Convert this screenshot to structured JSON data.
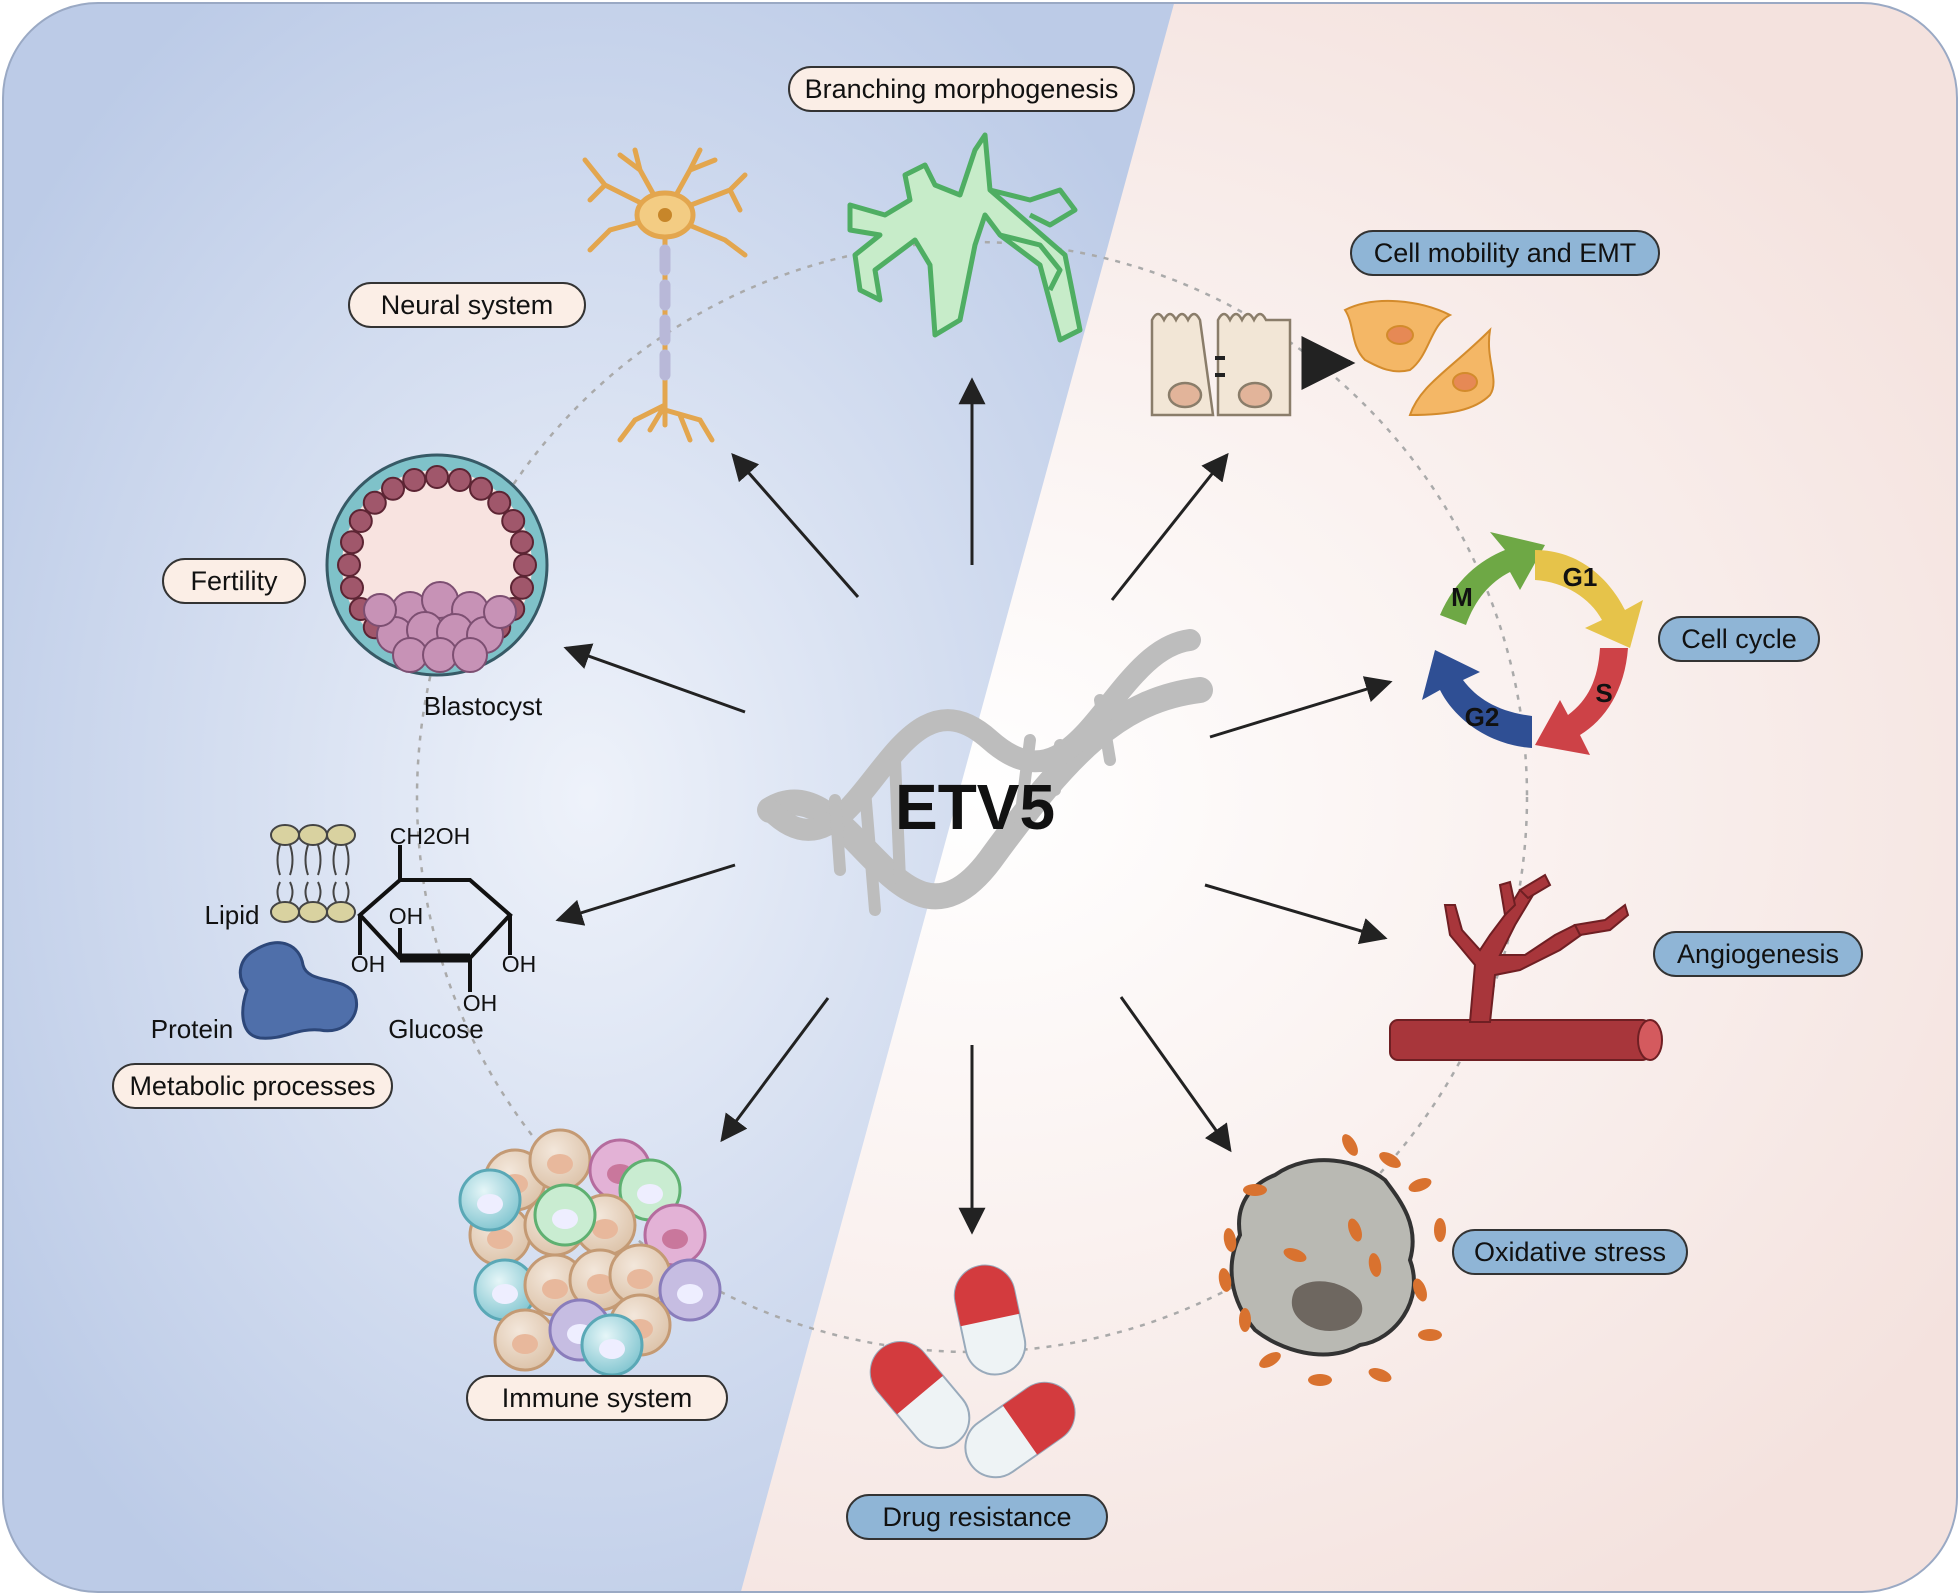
{
  "center_label": "ETV5",
  "processes": {
    "branching": "Branching morphogenesis",
    "neural": "Neural system",
    "fertility": "Fertility",
    "metabolic": "Metabolic processes",
    "immune": "Immune system",
    "drug": "Drug resistance",
    "oxidative": "Oxidative stress",
    "angiogenesis": "Angiogenesis",
    "cell_cycle": "Cell cycle",
    "mobility": "Cell mobility and EMT"
  },
  "sublabels": {
    "blastocyst": "Blastocyst",
    "lipid": "Lipid",
    "protein": "Protein",
    "glucose": "Glucose",
    "ch2oh": "CH2OH",
    "oh": "OH"
  },
  "cycle_phases": {
    "m": "M",
    "g1": "G1",
    "s": "S",
    "g2": "G2"
  },
  "colors": {
    "left_panel": "#c5d3ea",
    "right_panel": "#f6e7e4",
    "pill_left": "#fbeee6",
    "pill_right": "#8fb5d6",
    "neuron": "#e3a64e",
    "lung": "#8fd09a",
    "vessel": "#a8363b",
    "phase_m": "#6ea845",
    "phase_g1": "#e6c34a",
    "phase_s": "#cd4247",
    "phase_g2": "#2f4f94"
  }
}
